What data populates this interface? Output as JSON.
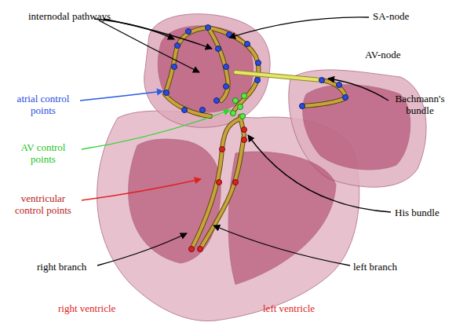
{
  "diagram": {
    "labels": [
      "internodal pathways",
      "SA-node",
      "AV-node",
      "Bachmann's bundle",
      "atrial control points",
      "AV control points",
      "ventricular control points",
      "His bundle",
      "right branch",
      "left branch",
      "right ventricle",
      "left ventricle"
    ]
  }
}
